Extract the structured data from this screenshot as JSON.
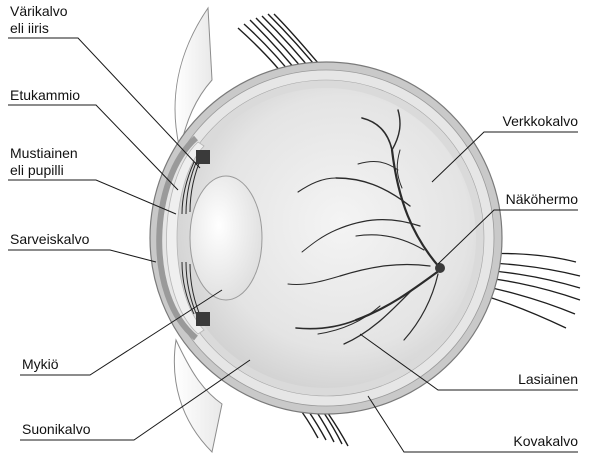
{
  "diagram": {
    "labels_left": {
      "varikalvo_line1": "Värikalvo",
      "varikalvo_line2": "eli iiris",
      "etukammio": "Etukammio",
      "mustiainen_line1": "Mustiainen",
      "mustiainen_line2": "eli pupilli",
      "sarveiskalvo": "Sarveiskalvo",
      "mykio": "Mykiö",
      "suonikalvo": "Suonikalvo"
    },
    "labels_right": {
      "verkkokalvo": "Verkkokalvo",
      "nakohermo": "Näköhermo",
      "lasiainen": "Lasiainen",
      "kovakalvo": "Kovakalvo"
    },
    "colors": {
      "sclera_outer": "#c9c9c9",
      "sclera_ring": "#e6e6e6",
      "interior": "#eeeeee",
      "vessels": "#2b2b2b",
      "muscles": "#1e1e1e",
      "lens": "#f4f4f4",
      "text": "#111111"
    }
  }
}
